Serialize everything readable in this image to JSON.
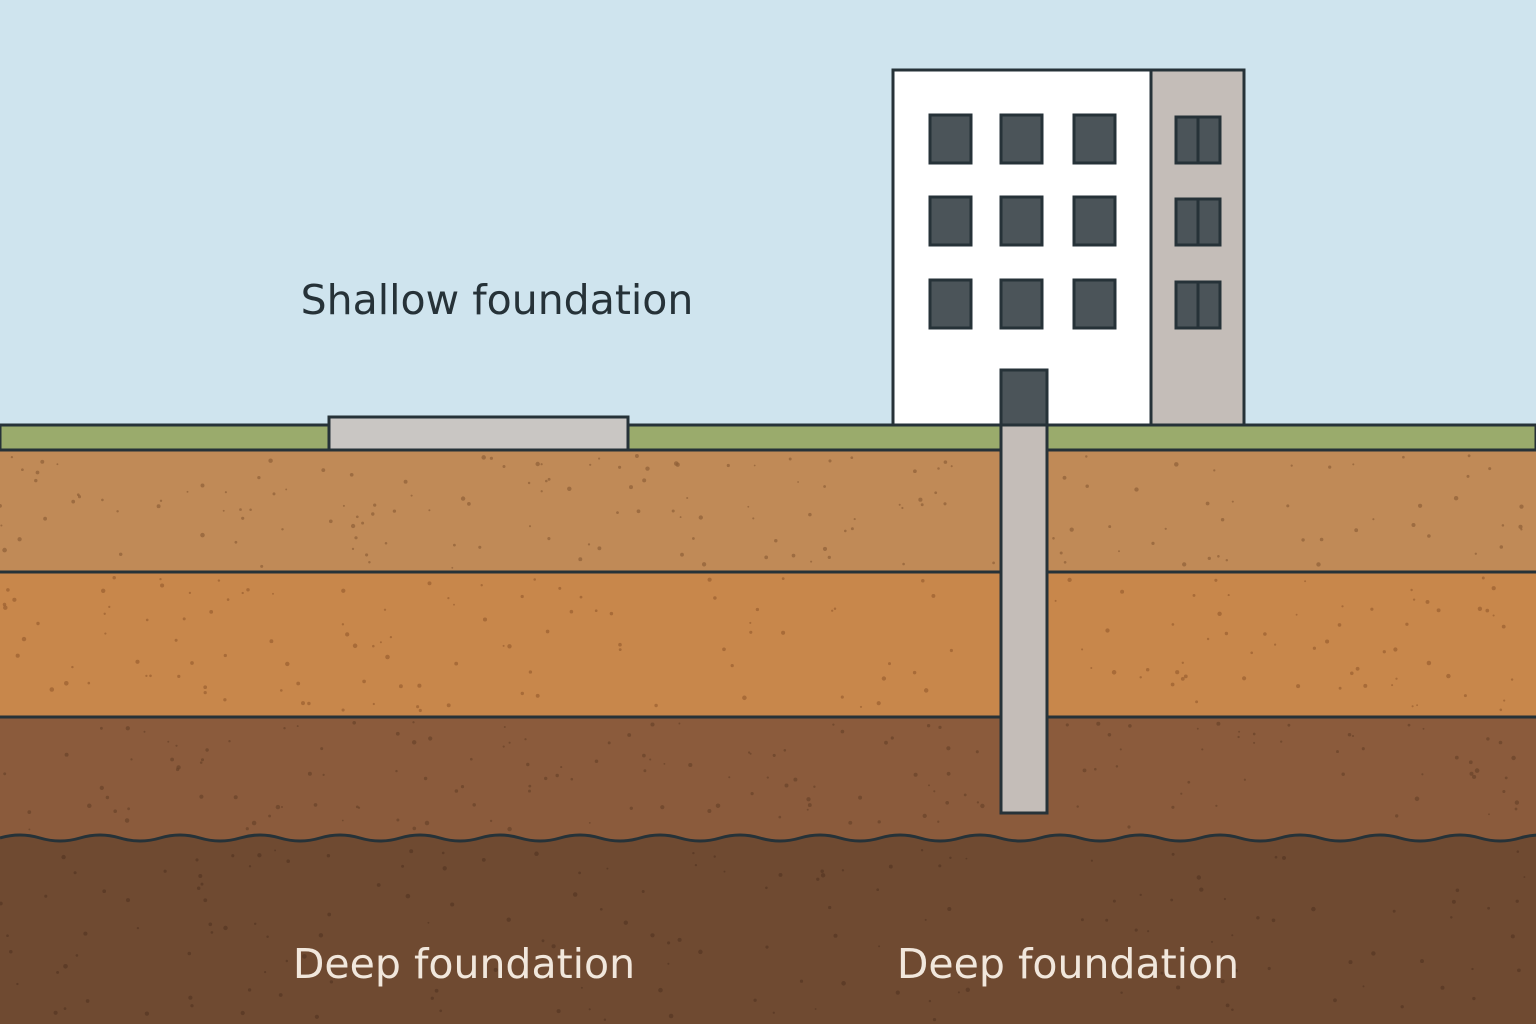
{
  "labels": {
    "shallow": "Shallow foundation",
    "deep_left": "Deep foundation",
    "deep_right": "Deep foundation"
  },
  "colors": {
    "sky": "#cfe4ee",
    "grass": "#9aab6c",
    "soil_top": "#c08a57",
    "soil_middle": "#c8874b",
    "soil_lower": "#8b5b3c",
    "soil_bottom": "#6f4a31",
    "concrete": "#c9c6c3",
    "building_wall": "#ffffff",
    "building_side": "#c4bdb8",
    "window": "#4b5459",
    "outline": "#263238",
    "label_dark": "#263238",
    "label_light": "#f1e7dc"
  }
}
